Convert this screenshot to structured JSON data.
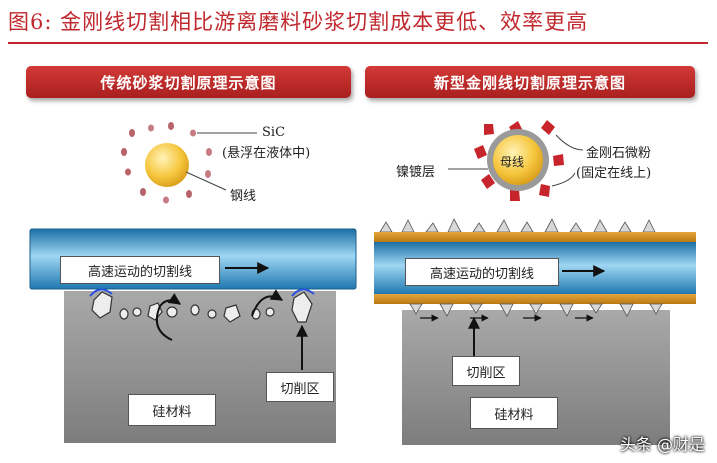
{
  "header": {
    "figure_title": "图6:  金刚线切割相比游离磨料砂浆切割成本更低、效率更高"
  },
  "left_panel": {
    "banner": "传统砂浆切割原理示意图",
    "sic_label": "SiC",
    "sic_note": "(悬浮在液体中)",
    "wire_label": "钢线",
    "moving_wire_label": "高速运动的切割线",
    "cut_zone_label": "切削区",
    "material_label": "硅材料"
  },
  "right_panel": {
    "banner": "新型金刚线切割原理示意图",
    "core_wire_label": "母线",
    "plating_label": "镍镀层",
    "diamond_label": "金刚石微粉",
    "diamond_note": "(固定在线上)",
    "moving_wire_label": "高速运动的切割线",
    "cut_zone_label": "切削区",
    "material_label": "硅材料"
  },
  "watermark": "头条 @财是",
  "colors": {
    "title_red": "#c0282e",
    "banner_red": "#b8272a",
    "wire_blue": "#2a8fc9",
    "core_yellow": "#f5c23a",
    "silicon_gray": "#8c8c8c"
  }
}
